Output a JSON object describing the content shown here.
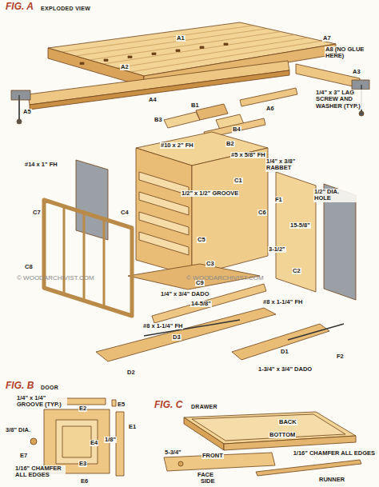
{
  "diagram": {
    "labels": [
      "FIG. A",
      "EXPLODED VIEW",
      "A1",
      "A2",
      "A7",
      "A8 (NO GLUE HERE)",
      "1/4\" x 3\" LAG SCREW AND WASHER (TYP.)",
      "A3",
      "A4",
      "A5",
      "B3",
      "B1",
      "B4",
      "A6",
      "B2",
      "#10 x 2\" FH",
      "#14 x 1\" FH",
      "#5 x 5/8\" FH",
      "1/4\" x 3/8\" RABBET",
      "C1",
      "1/2\" x 1/2\" GROOVE",
      "F1",
      "1/2\" DIA. HOLE",
      "C4",
      "C6",
      "15-5/8\"",
      "C7",
      "C5",
      "C3",
      "3-1/2\"",
      "C2",
      "C9",
      "1/4\" x 3/4\" DADO",
      "14-5/8\"",
      "C8",
      "© WOODARCHIVIST.COM",
      "© WOODARCHIVIST.COM",
      "#8 x 1-1/4\" FH",
      "#8 x 1-1/4\" FH",
      "D3",
      "D2",
      "D1",
      "1-3/4\" x 3/4\" DADO",
      "F2",
      "FIG. B",
      "DOOR",
      "1/4\" x 1/4\" GROOVE (TYP.)",
      "E2",
      "E5",
      "E1",
      "3/8\" DIA.",
      "E4",
      "E7",
      "1/8\"",
      "E3",
      "1/16\" CHAMFER ALL EDGES",
      "E6",
      "FIG. C",
      "DRAWER",
      "BACK",
      "BOTTOM",
      "FRONT",
      "5-3/4\"",
      "FACE",
      "SIDE",
      "1/16\" CHAMFER ALL EDGES",
      "RUNNER"
    ]
  }
}
